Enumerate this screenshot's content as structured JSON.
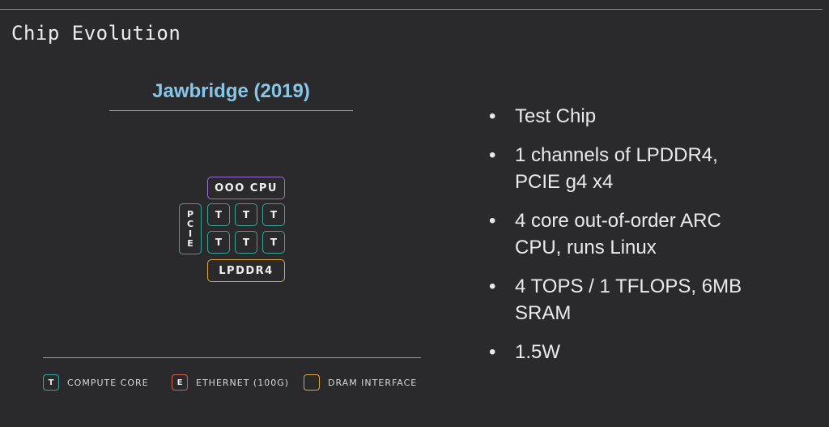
{
  "slide": {
    "title": "Chip Evolution"
  },
  "chip": {
    "title": "Jawbridge (2019)",
    "cpu_label": "OOO CPU",
    "pcie_letters": [
      "P",
      "C",
      "I",
      "E"
    ],
    "core_label": "T",
    "memory_label": "LPDDR4"
  },
  "legend": [
    {
      "symbol": "T",
      "label": "COMPUTE CORE",
      "color": "#3aa39a"
    },
    {
      "symbol": "E",
      "label": "ETHERNET (100G)",
      "color": "#d0604a"
    },
    {
      "symbol": "",
      "label": "DRAM INTERFACE",
      "color": "#d9a63a"
    }
  ],
  "colors": {
    "cpu": "#9a6fd1",
    "compute": "#3aa39a",
    "dram": "#d9a63a",
    "title_accent": "#86c7e8"
  },
  "bullets": [
    {
      "line1": "Test Chip",
      "line2": ""
    },
    {
      "line1": "1 channels of LPDDR4,",
      "line2": "PCIE g4 x4"
    },
    {
      "line1": "4 core out-of-order ARC",
      "line2": "CPU, runs Linux"
    },
    {
      "line1": "4 TOPS / 1 TFLOPS, 6MB",
      "line2": "SRAM"
    },
    {
      "line1": "1.5W",
      "line2": ""
    }
  ]
}
